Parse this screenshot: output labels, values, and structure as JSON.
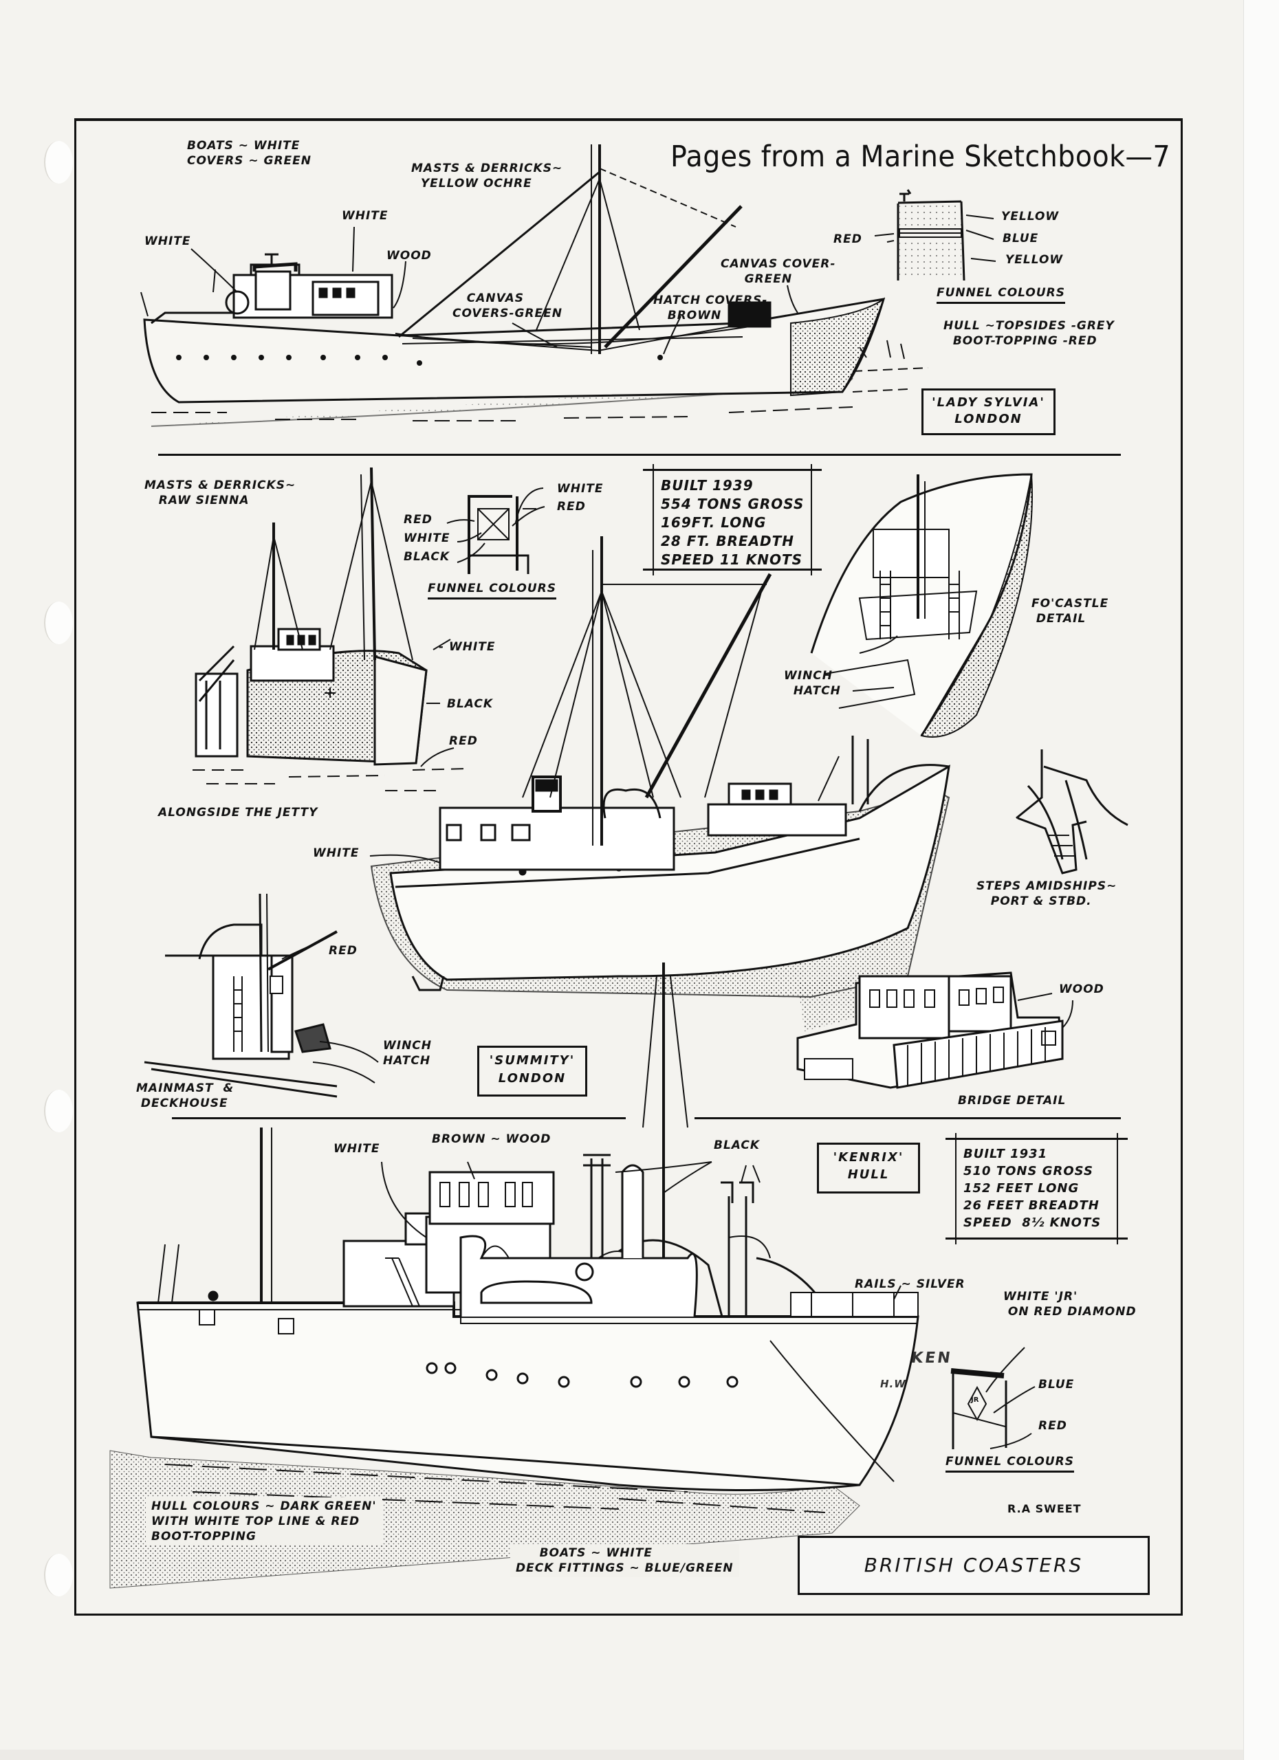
{
  "page": {
    "title": "Pages from a Marine Sketchbook—7",
    "series_title": "BRITISH COASTERS",
    "artist_signature": "R.A SWEET"
  },
  "sections": {
    "lady_sylvia": {
      "name_plate": {
        "line1": "'LADY SYLVIA'",
        "line2": "LONDON"
      },
      "labels": {
        "boats": "BOATS ~ WHITE\nCOVERS ~ GREEN",
        "masts": "MASTS & DERRICKS~\n  YELLOW OCHRE",
        "white_left": "WHITE",
        "white_mid": "WHITE",
        "wood": "WOOD",
        "canvas_covers": "   CANVAS\nCOVERS-GREEN",
        "hatch_covers": "HATCH COVERS-\n   BROWN",
        "canvas_cover": "CANVAS COVER-\n     GREEN",
        "hull_colours": "HULL ~TOPSIDES -GREY\n  BOOT-TOPPING -RED"
      },
      "funnel": {
        "heading": "FUNNEL COLOURS",
        "left_label": "RED",
        "right_labels": [
          "YELLOW",
          "BLUE",
          "YELLOW"
        ],
        "colors": {
          "yellow": "#d8b531",
          "blue": "#2f5fa8",
          "red": "#b52a22"
        }
      }
    },
    "summity": {
      "name_plate": {
        "line1": "'SUMMITY'",
        "line2": "LONDON"
      },
      "specs": [
        "BUILT 1939",
        "554 TONS GROSS",
        "169FT. LONG",
        "28 FT. BREADTH",
        "SPEED 11 KNOTS"
      ],
      "labels": {
        "masts": "MASTS & DERRICKS~\n   RAW SIENNA",
        "jetty_white": "- WHITE",
        "jetty_black": "BLACK",
        "jetty_red": "RED",
        "jetty_caption": "ALONGSIDE THE JETTY",
        "main_white": "WHITE",
        "focastle": "FO'CASTLE\n DETAIL",
        "winch_hatch_fwd": "WINCH\n  HATCH",
        "steps": "STEPS AMIDSHIPS~\n   PORT & STBD.",
        "mainmast_red": "RED",
        "winch_hatch_aft": "WINCH\nHATCH",
        "mainmast_caption": "MAINMAST  &\n DECKHOUSE",
        "bridge_wood": "WOOD",
        "bridge_caption": "BRIDGE DETAIL"
      },
      "funnel": {
        "heading": "FUNNEL COLOURS",
        "left_labels": [
          "RED",
          "WHITE",
          "BLACK"
        ],
        "right_labels": [
          "WHITE",
          "RED"
        ],
        "colors": {
          "white": "#ffffff",
          "red": "#b52a22",
          "black": "#111111"
        }
      }
    },
    "kenrix": {
      "name_plate": {
        "line1": "'KENRIX'",
        "line2": "HULL"
      },
      "specs": [
        "BUILT 1931",
        "510 TONS GROSS",
        "152 FEET LONG",
        "26 FEET BREADTH",
        "SPEED  8½ KNOTS"
      ],
      "hull_lettering": {
        "name": "KEN",
        "port": "H.W"
      },
      "labels": {
        "white": "WHITE",
        "brown_wood": "BROWN ~ WOOD",
        "black": "BLACK",
        "rails": "RAILS ~ SILVER",
        "hull_colours": "HULL COLOURS ~ DARK GREEN'\nWITH WHITE TOP LINE & RED\nBOOT-TOPPING",
        "boats": "     BOATS ~ WHITE\nDECK FITTINGS ~ BLUE/GREEN"
      },
      "funnel": {
        "heading": "FUNNEL COLOURS",
        "emblem_label": "WHITE 'JR'\n ON RED DIAMOND",
        "emblem_text": "JR",
        "right_labels": [
          "BLUE",
          "RED"
        ],
        "colors": {
          "blue": "#2f5fa8",
          "red": "#b52a22",
          "emblem_text": "#ffffff"
        }
      }
    }
  }
}
